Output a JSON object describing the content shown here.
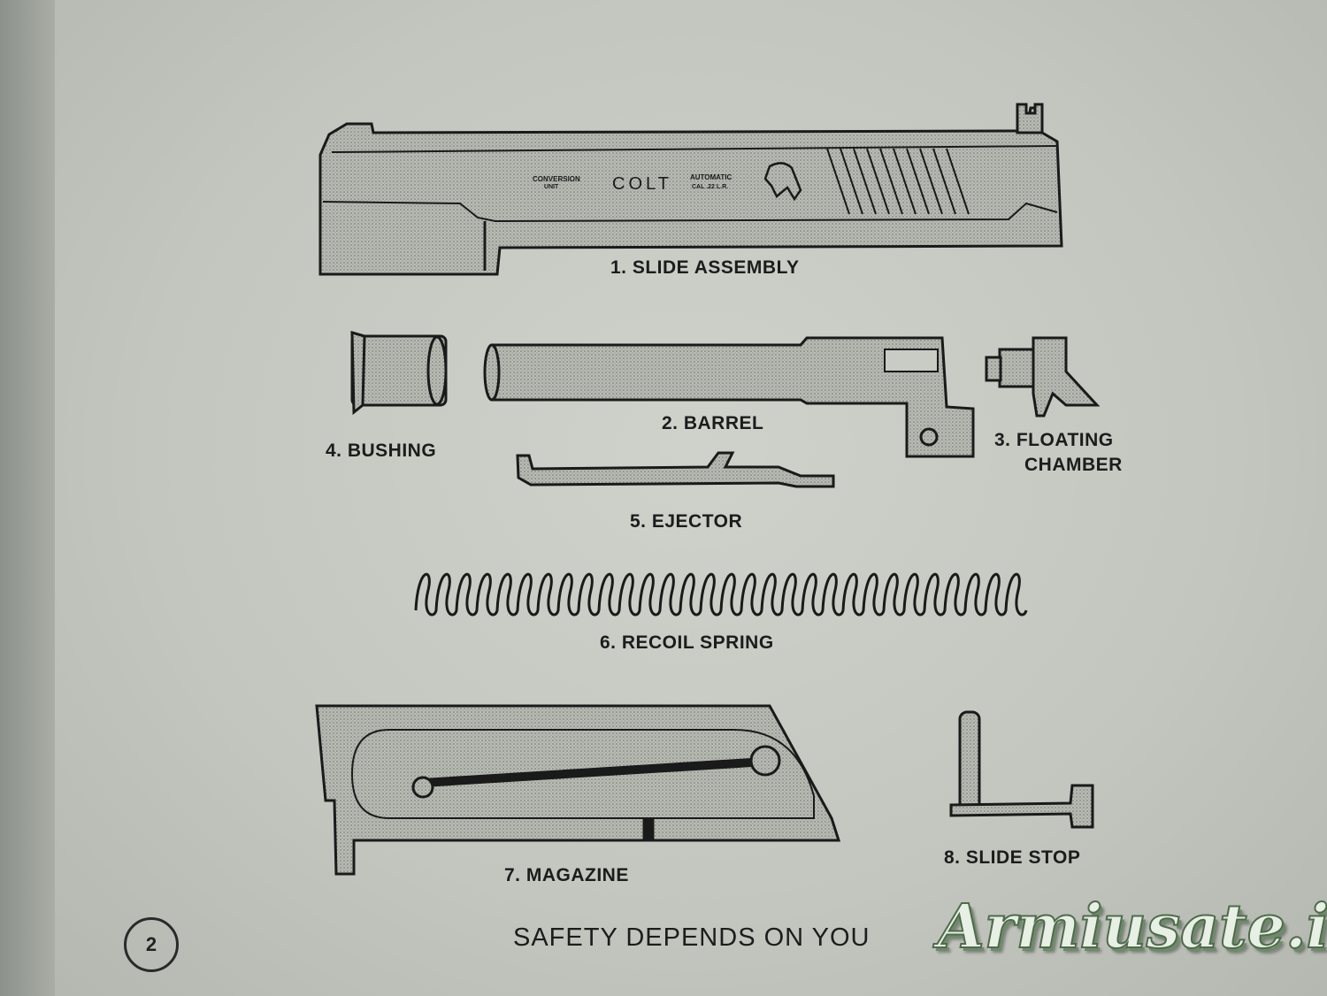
{
  "slide_engraving": {
    "left_top": "CONVERSION",
    "left_bottom": "UNIT",
    "brand": "COLT",
    "right_top": "AUTOMATIC",
    "right_bottom": "CAL .22 L.R."
  },
  "labels": {
    "slide_assembly": "1.  SLIDE ASSEMBLY",
    "barrel": "2.  BARREL",
    "floating_chamber_1": "3.  FLOATING",
    "floating_chamber_2": "CHAMBER",
    "bushing": "4.  BUSHING",
    "ejector": "5.  EJECTOR",
    "recoil_spring": "6.  RECOIL SPRING",
    "magazine": "7.  MAGAZINE",
    "slide_stop": "8.  SLIDE STOP"
  },
  "footer": {
    "page_number": "2",
    "slogan": "SAFETY DEPENDS ON YOU"
  },
  "watermark": "Armiusate.it"
}
